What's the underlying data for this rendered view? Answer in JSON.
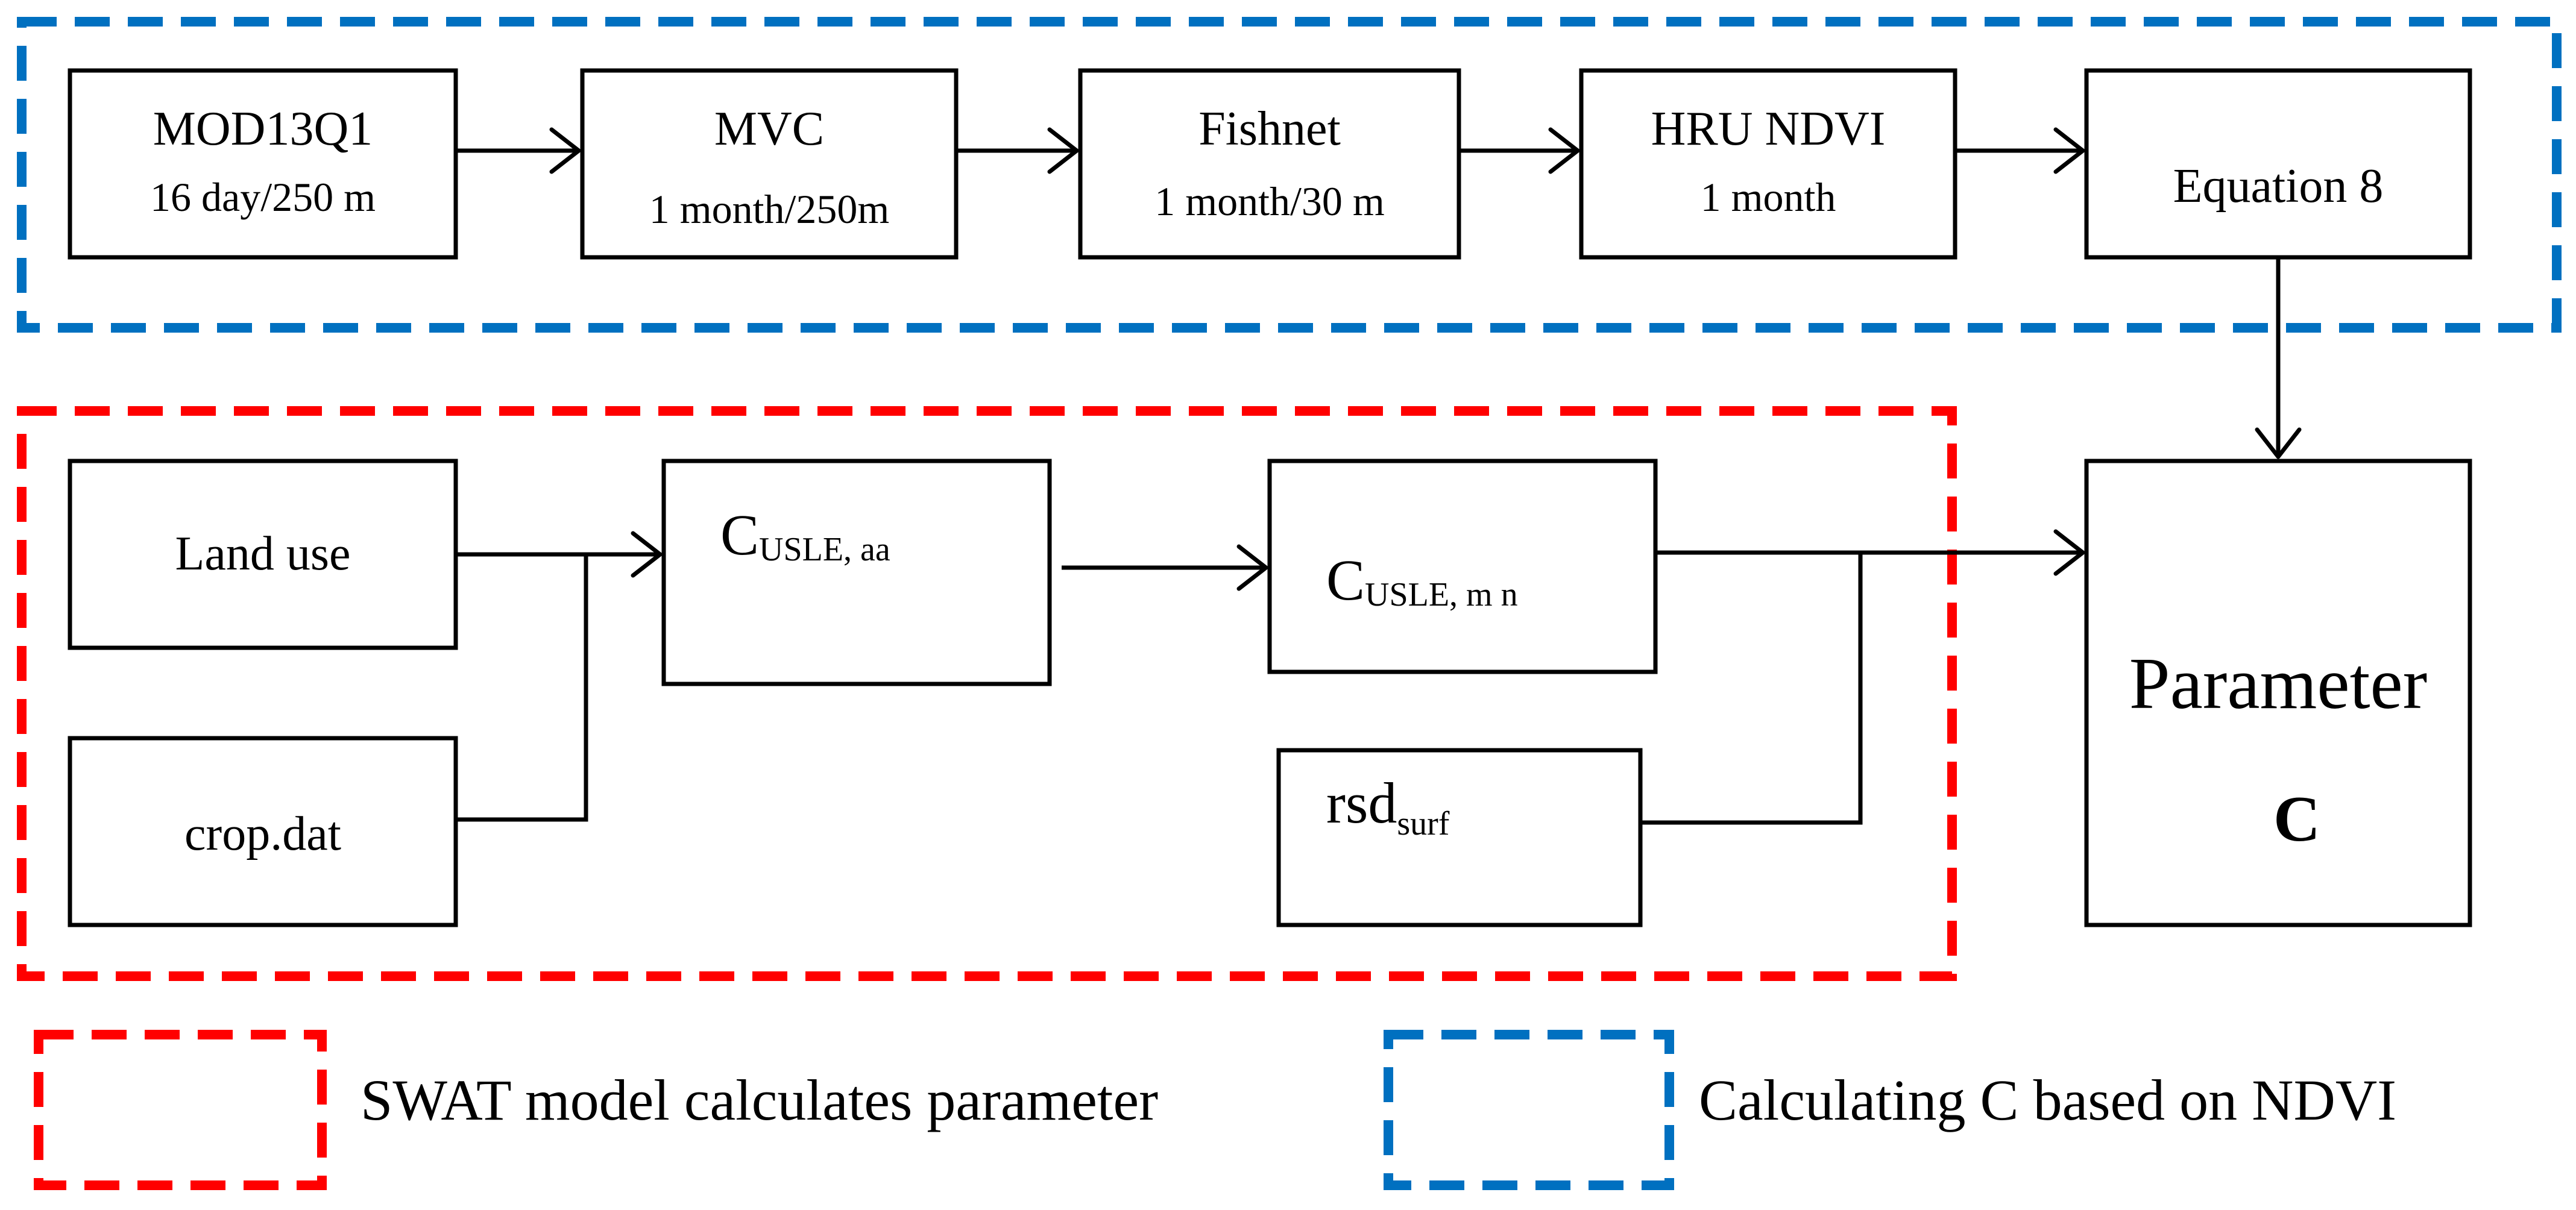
{
  "colors": {
    "ndvi_group": "#0070c0",
    "swat_group": "#ff0000",
    "box_border": "#000000",
    "text": "#000000"
  },
  "top_row": {
    "mod13q1": {
      "title": "MOD13Q1",
      "subtitle": "16 day/250 m"
    },
    "mvc": {
      "title": "MVC",
      "subtitle": "1 month/250m"
    },
    "fishnet": {
      "title": "Fishnet",
      "subtitle": "1 month/30 m"
    },
    "hru_ndvi": {
      "title": "HRU NDVI",
      "subtitle": "1 month"
    },
    "equation": {
      "title": "Equation 8"
    }
  },
  "swat_group": {
    "land_use": "Land use",
    "crop_dat": "crop.dat",
    "cusle_aa": {
      "main": "C",
      "sub": "USLE, aa"
    },
    "cusle_mn": {
      "main": "C",
      "sub": "USLE, m n"
    },
    "rsd_surf": {
      "main": "rsd",
      "sub": "surf"
    }
  },
  "result": {
    "title": "Parameter",
    "symbol": "C"
  },
  "legend": {
    "swat": "SWAT model calculates parameter",
    "ndvi": "Calculating C based on NDVI"
  }
}
